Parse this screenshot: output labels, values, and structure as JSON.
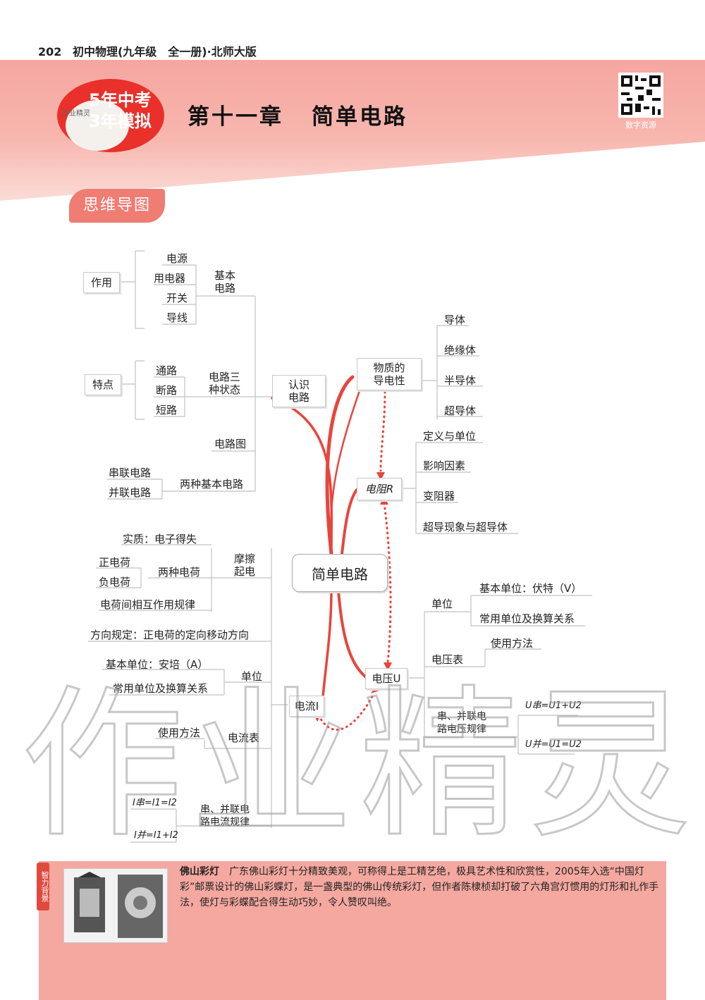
{
  "header": {
    "page_number": "202",
    "book_title": "初中物理(九年级　全一册)·北师大版"
  },
  "logo": {
    "line1": "5年中考",
    "line2": "3年模拟",
    "sub1": "作业精灵"
  },
  "chapter": {
    "number": "第十一章",
    "title": "简单电路"
  },
  "qr_label": "数字资源",
  "section_tag": "思维导图",
  "mindmap": {
    "center": "简单电路",
    "renshi": "认识\n电路",
    "jiben_dianlu": "基本\n电路",
    "basic_items": [
      "电源",
      "用电器",
      "开关",
      "导线"
    ],
    "zuoyong": "作用",
    "zhuangtai": "电路三\n种状态",
    "states": [
      "通路",
      "断路",
      "短路"
    ],
    "tedian": "特点",
    "dianlutu": "电路图",
    "liangzhong": "两种基本电路",
    "two_circuits": [
      "串联电路",
      "并联电路"
    ],
    "daodianxing": "物质的\n导电性",
    "conductors": [
      "导体",
      "绝缘体",
      "半导体",
      "超导体"
    ],
    "dianzu": "电阻R",
    "resist_items": [
      "定义与单位",
      "影响因素",
      "变阻器",
      "超导现象与超导体"
    ],
    "dianya": "电压U",
    "v_unit": "单位",
    "v_unit_items": [
      "基本单位：伏特（V）",
      "常用单位及换算关系"
    ],
    "v_meter": "电压表",
    "v_meter_items": [
      "使用方法"
    ],
    "v_law": "串、并联电\n路电压规律",
    "v_law_items": [
      "U串=U1+U2",
      "U并=U1=U2"
    ],
    "dianliu": "电流I",
    "mocha": "摩擦\n起电",
    "mocha_items": [
      "实质：电子得失",
      "两种电荷",
      "电荷间相互作用规律"
    ],
    "charges": [
      "正电荷",
      "负电荷"
    ],
    "direction": "方向规定：正电荷的定向移动方向",
    "i_unit": "单位",
    "i_unit_items": [
      "基本单位：安培（A）",
      "常用单位及换算关系"
    ],
    "i_meter": "电流表",
    "i_meter_items": [
      "使用方法"
    ],
    "i_law": "串、并联电\n路电流规律",
    "i_law_items": [
      "I串=I1=I2",
      "I并=I1+I2"
    ]
  },
  "bottom": {
    "side_tab": "智力背景",
    "title": "佛山彩灯",
    "text": "广东佛山彩灯十分精致美观，可称得上是工精艺绝，极具艺术性和欣赏性，2005年入选“中国灯彩”邮票设计的佛山彩蝶灯，是一盏典型的佛山传统彩灯，但作者陈棣桢却打破了六角宫灯惯用的灯形和扎作手法，使灯与彩蝶配合得生动巧妙，令人赞叹叫绝。"
  },
  "watermark": "作业精灵",
  "colors": {
    "accent": "#ef7d74",
    "band": "#f6a6a0",
    "curve": "#e8453c"
  }
}
